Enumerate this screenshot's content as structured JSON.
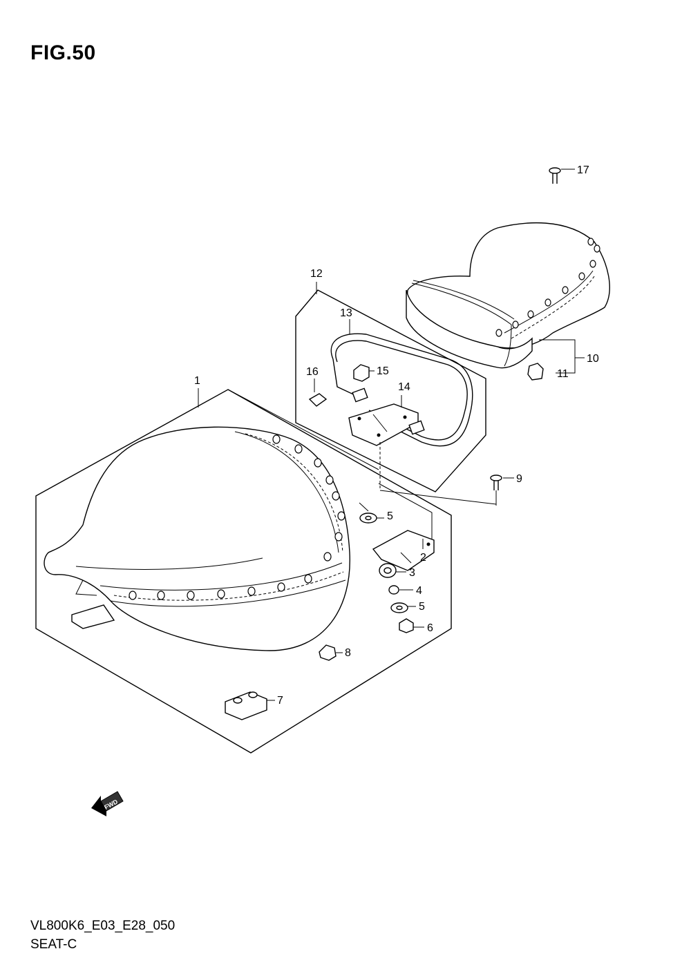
{
  "title": "FIG.50",
  "footer": {
    "code": "VL800K6_E03_E28_050",
    "name": "SEAT-C"
  },
  "fwd_arrow_label": "FWD",
  "callouts": {
    "c1": "1",
    "c2": "2",
    "c3": "3",
    "c4": "4",
    "c5a": "5",
    "c5b": "5",
    "c6": "6",
    "c7": "7",
    "c8": "8",
    "c9": "9",
    "c10": "10",
    "c11": "11",
    "c12": "12",
    "c13": "13",
    "c14": "14",
    "c15": "15",
    "c16": "16",
    "c17": "17"
  }
}
